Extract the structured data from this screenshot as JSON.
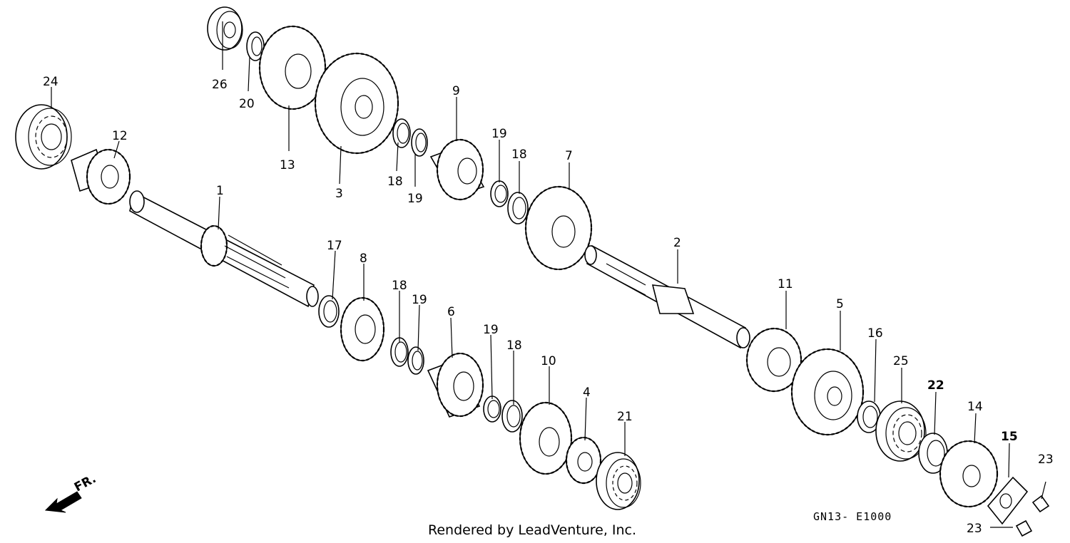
{
  "diagram": {
    "code": "GN13- E1000",
    "direction_label": "FR.",
    "footer": "Rendered by LeadVenture, Inc.",
    "callouts": {
      "p1": "1",
      "p2": "2",
      "p3": "3",
      "p4": "4",
      "p5": "5",
      "p6": "6",
      "p7": "7",
      "p8": "8",
      "p9": "9",
      "p10": "10",
      "p11": "11",
      "p12": "12",
      "p13": "13",
      "p14": "14",
      "p15": "15",
      "p16": "16",
      "p17": "17",
      "p18a": "18",
      "p18b": "18",
      "p18c": "18",
      "p18d": "18",
      "p19a": "19",
      "p19b": "19",
      "p19c": "19",
      "p19d": "19",
      "p20": "20",
      "p21": "21",
      "p22": "22",
      "p23a": "23",
      "p23b": "23",
      "p24": "24",
      "p25": "25",
      "p26": "26"
    }
  }
}
